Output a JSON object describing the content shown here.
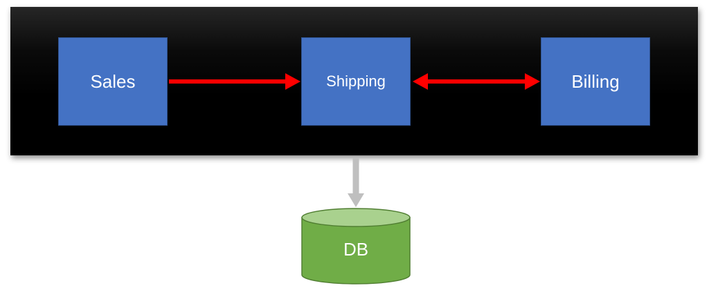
{
  "diagram": {
    "nodes": {
      "sales": "Sales",
      "shipping": "Shipping",
      "billing": "Billing",
      "db": "DB"
    },
    "colors": {
      "band": "#000000",
      "box_fill": "#4472c4",
      "box_border": "#2f528f",
      "arrow_red": "#ff0000",
      "arrow_gray": "#bfbfbf",
      "db_fill": "#70ad47",
      "db_top": "#a9d18e",
      "db_border": "#507e32",
      "text": "#ffffff"
    },
    "edges": [
      {
        "from": "sales",
        "to": "shipping",
        "direction": "one-way"
      },
      {
        "from": "shipping",
        "to": "billing",
        "direction": "two-way"
      },
      {
        "from": "shipping",
        "to": "db",
        "direction": "one-way"
      }
    ]
  }
}
